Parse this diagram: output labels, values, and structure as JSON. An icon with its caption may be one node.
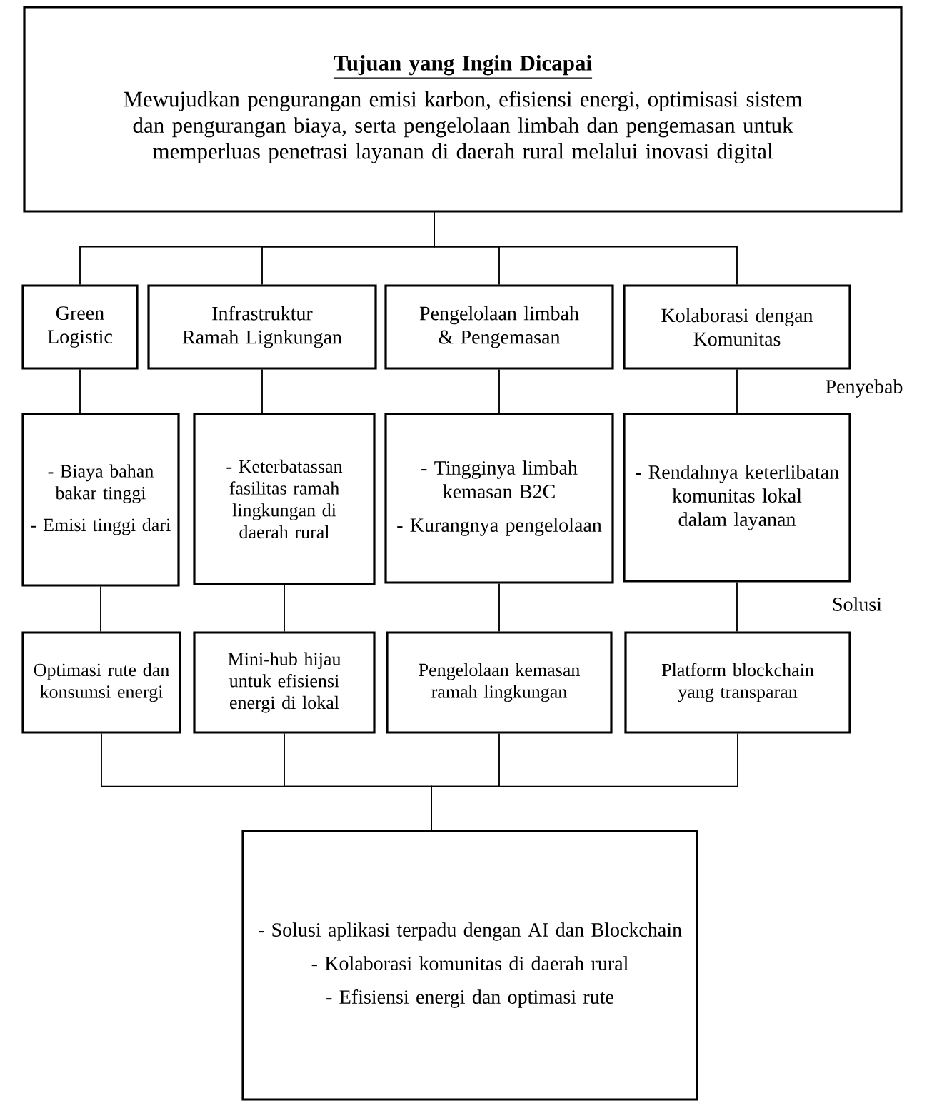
{
  "diagram": {
    "nodes": [
      {
        "text": [
          "Tujuan yang Ingin Dicapai",
          "Mewujudkan pengurangan emisi karbon, efisiensi energi, optimisasi sistem dan pengurangan biaya, serta pengelolaan limbah dan pengemasan untuk memperluas penetrasi layanan di daerah rural melalui inovasi digital"
        ]
      },
      {
        "text": [
          "Green Logistic"
        ]
      },
      {
        "text": [
          "Infrastruktur Ramah Lignkungan"
        ]
      },
      {
        "text": [
          "Pengelolaan limbah & Pengemasan"
        ]
      },
      {
        "text": [
          "Kolaborasi dengan Komunitas"
        ]
      },
      {
        "text": [
          "- Biaya bahan bakar tinggi",
          "- Emisi tinggi dari"
        ]
      },
      {
        "text": [
          "- Keterbatassan fasilitas ramah lingkungan di daerah rural"
        ]
      },
      {
        "text": [
          "- Tingginya limbah kemasan B2C",
          "- Kurangnya pengelolaan"
        ]
      },
      {
        "text": [
          "- Rendahnya keterlibatan komunitas lokal dalam layanan"
        ]
      },
      {
        "text": [
          "Optimasi rute dan konsumsi energi"
        ]
      },
      {
        "text": [
          "Mini-hub hijau untuk efisiensi energi di lokal"
        ]
      },
      {
        "text": [
          "Pengelolaan kemasan ramah lingkungan"
        ]
      },
      {
        "text": [
          "Platform blockchain yang transparan"
        ]
      },
      {
        "text": [
          "- Solusi aplikasi terpadu dengan AI dan Blockchain",
          "- Kolaborasi komunitas di daerah rural",
          "- Efisiensi energi dan optimasi rute"
        ]
      }
    ],
    "edges": [
      {
        "from": 0,
        "to": 1,
        "arrow": "none"
      },
      {
        "from": 0,
        "to": 2,
        "arrow": "none"
      },
      {
        "from": 0,
        "to": 3,
        "arrow": "none"
      },
      {
        "from": 0,
        "to": 4,
        "arrow": "none"
      },
      {
        "from": 1,
        "to": 5,
        "arrow": "none"
      },
      {
        "from": 2,
        "to": 6,
        "arrow": "none"
      },
      {
        "from": 3,
        "to": 7,
        "arrow": "none"
      },
      {
        "from": 4,
        "to": 8,
        "arrow": "none"
      },
      {
        "from": 5,
        "to": 9,
        "arrow": "none"
      },
      {
        "from": 6,
        "to": 10,
        "arrow": "none"
      },
      {
        "from": 7,
        "to": 11,
        "arrow": "none"
      },
      {
        "from": 8,
        "to": 12,
        "arrow": "none"
      },
      {
        "from": 9,
        "to": 13,
        "arrow": "none"
      },
      {
        "from": 10,
        "to": 13,
        "arrow": "none"
      },
      {
        "from": 11,
        "to": 13,
        "arrow": "none"
      },
      {
        "from": 12,
        "to": 13,
        "arrow": "none"
      }
    ],
    "labels": [
      "Penyebab",
      "Solusi"
    ]
  }
}
